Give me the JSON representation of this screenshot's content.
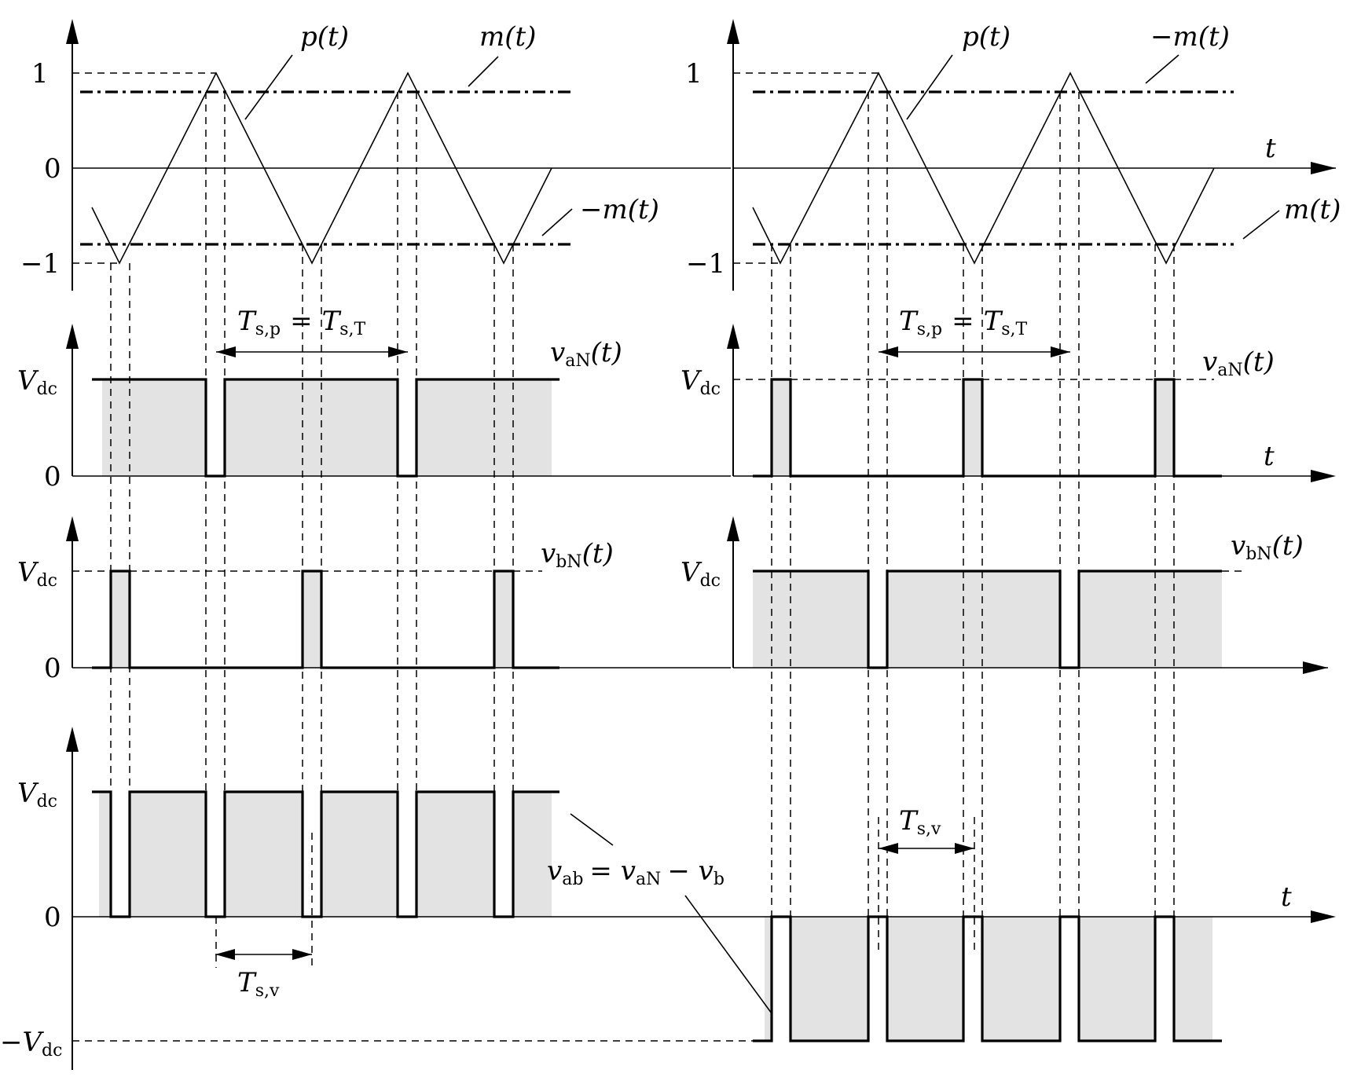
{
  "figure": {
    "tick_labels": {
      "one": "1",
      "zero": "0",
      "minus_one": "−1",
      "vdc": "V",
      "vdc_sub": "dc",
      "minus_vdc": "−V",
      "minus_vdc_sub": "dc"
    },
    "axis_label_t": "t",
    "left": {
      "carrier_label": "p(t)",
      "upper_ref_label": "m(t)",
      "lower_ref_label": "−m(t)",
      "period_label_main": "T",
      "period_label_sub": "s,p",
      "period_eq": "=",
      "period_label_main2": "T",
      "period_label_sub2": "s,T",
      "van_label": "v",
      "van_sub": "aN",
      "van_arg": "(t)",
      "vbn_label": "v",
      "vbn_sub": "bN",
      "vbn_arg": "(t)",
      "vab_label": "v",
      "vab_sub": "ab",
      "vab_eq": "= v",
      "vab_sub2": "aN",
      "vab_minus": "− v",
      "vab_sub3": "b",
      "tsv_main": "T",
      "tsv_sub": "s,v"
    },
    "right": {
      "carrier_label": "p(t)",
      "upper_ref_label": "−m(t)",
      "lower_ref_label": "m(t)",
      "period_label_main": "T",
      "period_label_sub": "s,p",
      "period_eq": "=",
      "period_label_main2": "T",
      "period_label_sub2": "s,T",
      "van_label": "v",
      "van_sub": "aN",
      "van_arg": "(t)",
      "vbn_label": "v",
      "vbn_sub": "bN",
      "vbn_arg": "(t)",
      "tsv_main": "T",
      "tsv_sub": "s,v"
    },
    "modulation": {
      "reference_level": 0.8
    }
  }
}
